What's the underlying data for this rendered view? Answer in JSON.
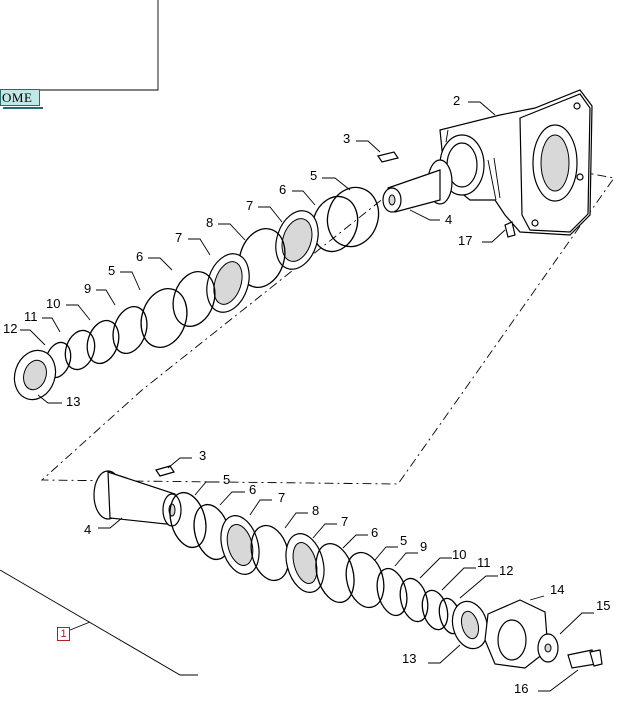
{
  "toolbar": {
    "home_label": "OME"
  },
  "diagram": {
    "callouts_top": [
      "2",
      "3",
      "5",
      "6",
      "7",
      "8",
      "7",
      "6",
      "5",
      "9",
      "10",
      "11",
      "12",
      "13",
      "4",
      "17"
    ],
    "callouts_bottom": [
      "3",
      "5",
      "6",
      "7",
      "8",
      "7",
      "6",
      "5",
      "9",
      "10",
      "11",
      "12",
      "14",
      "15",
      "4",
      "13",
      "16"
    ],
    "reference_link": "1"
  }
}
